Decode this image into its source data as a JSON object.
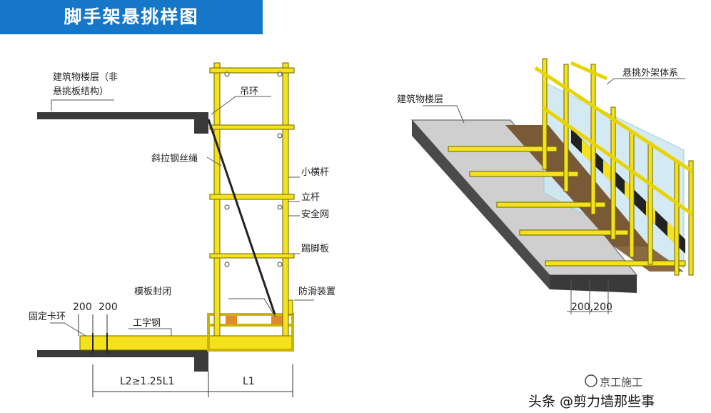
{
  "title": "脚手架悬挑样图",
  "left_diagram": {
    "labels": {
      "building_floor_line1": "建筑物楼层（非",
      "building_floor_line2": "悬挑板结构）",
      "hanging_ring": "吊环",
      "diagonal_wire_rope": "斜拉钢丝绳",
      "small_crossbar": "小横杆",
      "vertical_pole": "立杆",
      "safety_net": "安全网",
      "toe_board": "踢脚板",
      "formwork_closure": "模板封闭",
      "anti_slip_device": "防滑装置",
      "fixing_clamp": "固定卡环",
      "i_beam": "工字钢"
    },
    "dimensions": {
      "spacing_1": "200",
      "spacing_2": "200",
      "l2": "L2≥1.25L1",
      "l1": "L1"
    }
  },
  "right_diagram": {
    "labels": {
      "building_floor": "建筑物楼层",
      "cantilever_system": "悬挑外架体系"
    },
    "dimensions": {
      "spacing": "200,200"
    }
  },
  "watermark": {
    "line1": "京工施工",
    "line2": "头条 @剪力墙那些事"
  },
  "colors": {
    "title_bg": "#1677c9",
    "scaffold_yellow": "#f5e21c",
    "outline": "#6b6400",
    "slab_dark": "#3a3a3a",
    "slab_light": "#cfcfcf",
    "plank_brown": "#7a5a36",
    "net_blue": "#cfe8f3"
  }
}
